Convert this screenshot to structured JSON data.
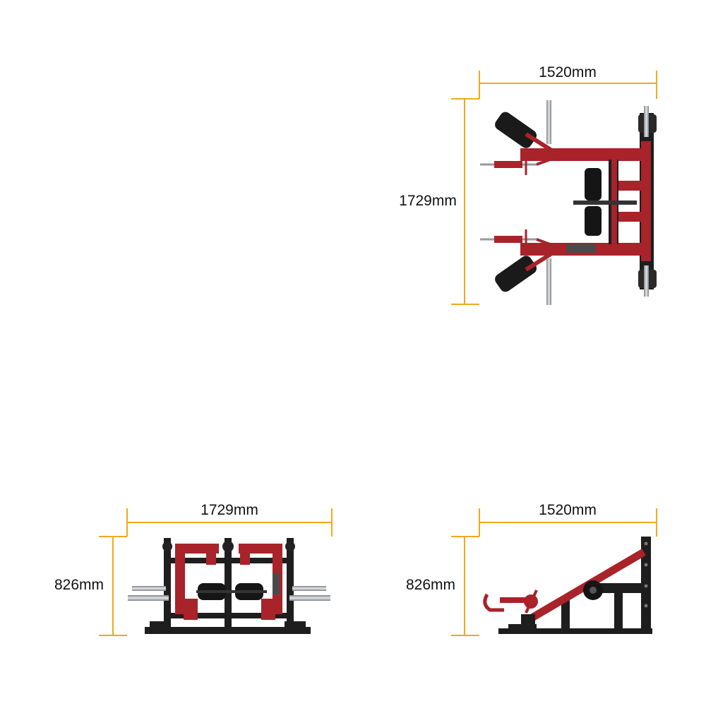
{
  "colors": {
    "dimension_line": "#F2A81D",
    "frame_red": "#A8232A",
    "frame_black": "#1E1E1E",
    "steel": "#B8BCC0",
    "pad": "#151515"
  },
  "views": {
    "top": {
      "width_label": "1520mm",
      "height_label": "1729mm"
    },
    "front": {
      "width_label": "1729mm",
      "height_label": "826mm"
    },
    "side": {
      "width_label": "1520mm",
      "height_label": "826mm"
    }
  }
}
